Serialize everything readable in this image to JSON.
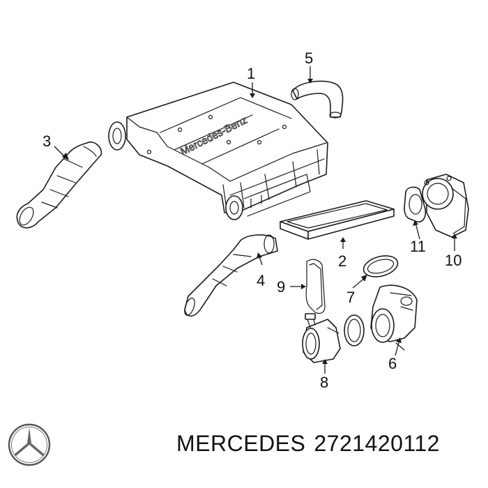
{
  "diagram": {
    "callouts": {
      "c1": "1",
      "c2": "2",
      "c3": "3",
      "c4": "4",
      "c5": "5",
      "c6": "6",
      "c7": "7",
      "c8": "8",
      "c9": "9",
      "c10": "10",
      "c11": "11"
    },
    "housing_embossing": "Mercedes-Benz"
  },
  "footer": {
    "brand": "MERCEDES",
    "part_number": "2721420112",
    "logo_icon": "mercedes-star-icon"
  }
}
